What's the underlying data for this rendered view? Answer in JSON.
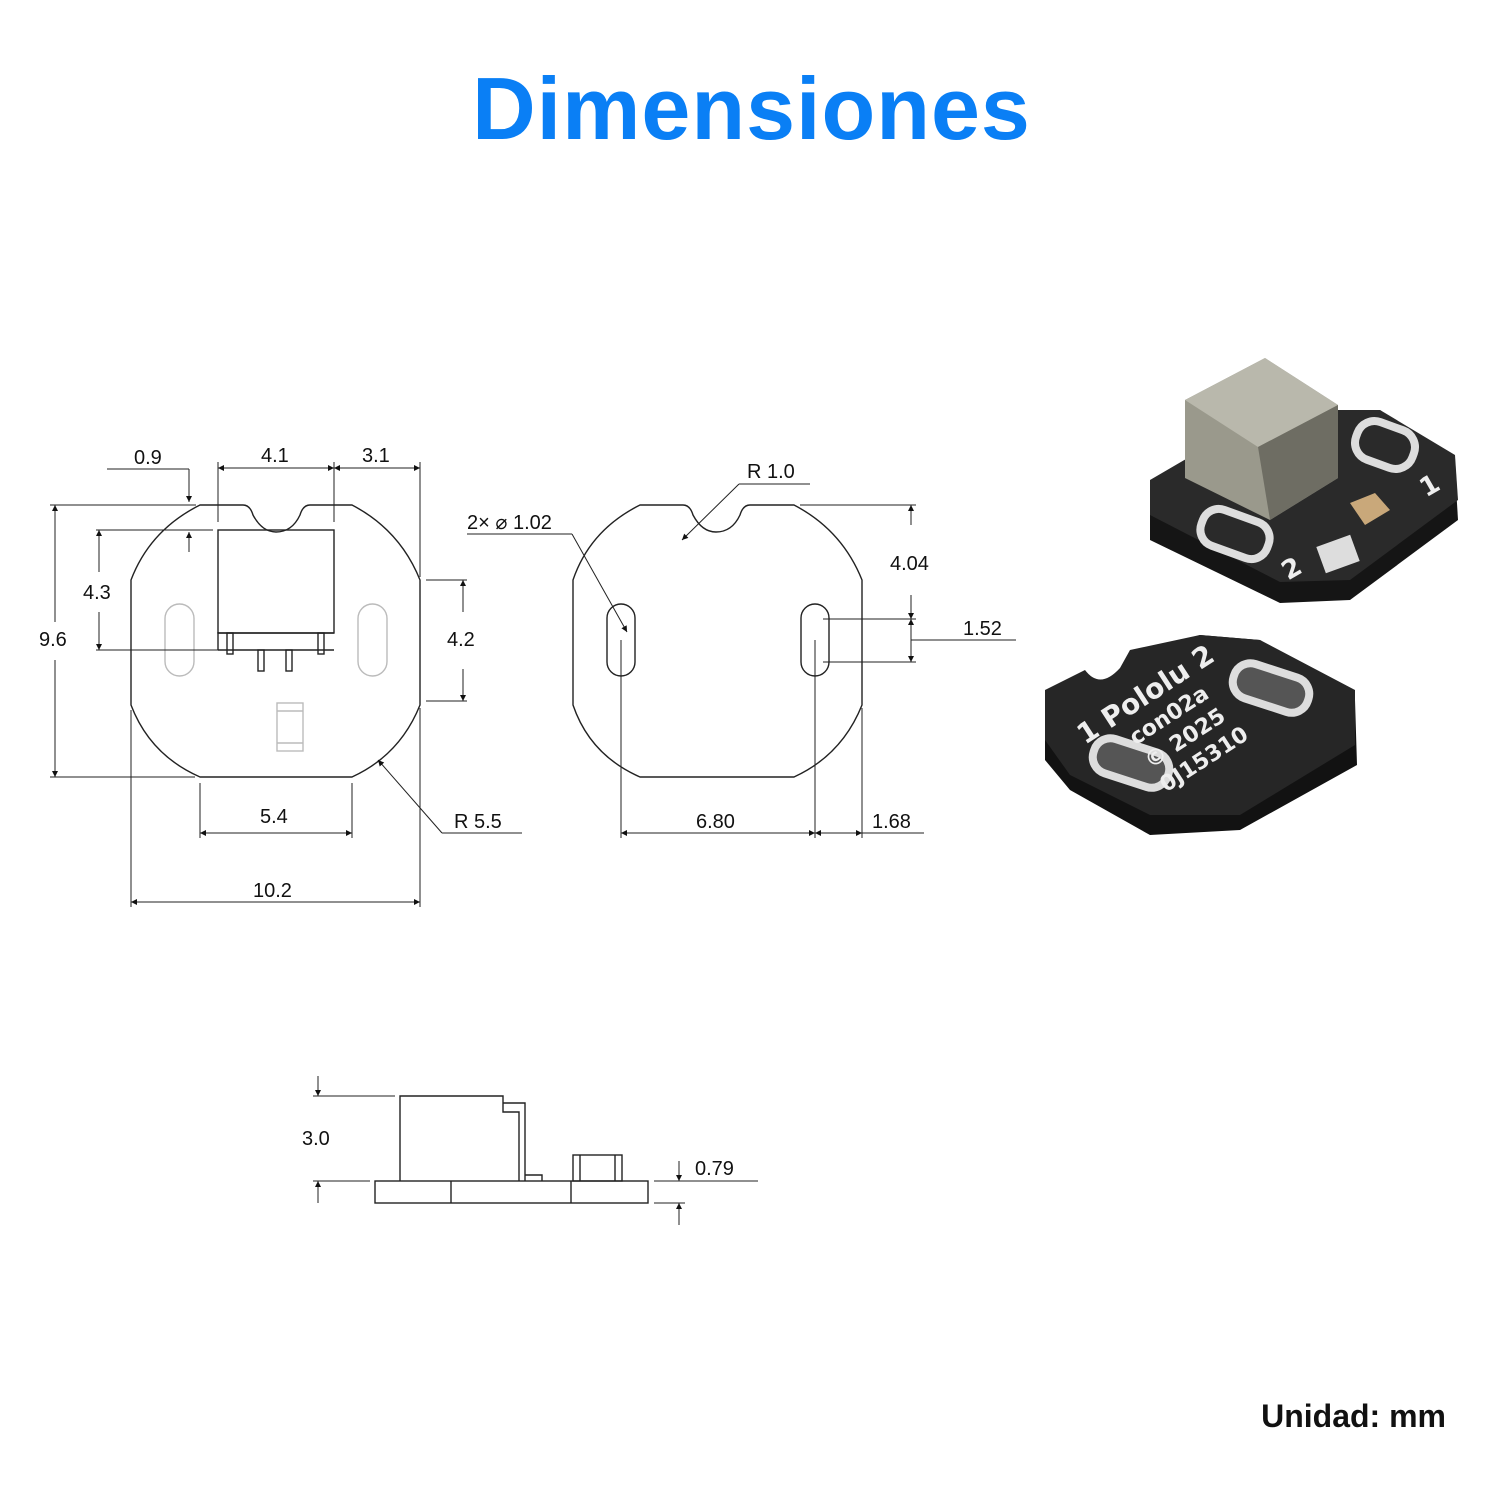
{
  "title": "Dimensiones",
  "unit_label": "Unidad: mm",
  "top_view_dims": {
    "d1": "0.9",
    "d2": "4.1",
    "d3": "3.1",
    "d4": "4.3",
    "d5": "9.6",
    "d6": "4.2",
    "d7": "5.4",
    "d8": "R 5.5",
    "d9": "10.2"
  },
  "bottom_view_dims": {
    "holes": "2× ⌀ 1.02",
    "notch": "R 1.0",
    "d1": "4.04",
    "d2": "1.52",
    "d3": "6.80",
    "d4": "1.68"
  },
  "side_view_dims": {
    "height": "3.0",
    "pcb": "0.79"
  },
  "render_top": {
    "pin1": "1",
    "pin2": "2"
  },
  "render_bottom": {
    "line1": "1 Pololu 2",
    "line2": "con02a",
    "line3": "© 2025",
    "line4": "0J15310"
  },
  "colors": {
    "title": "#0a7ff5",
    "pcb": "#1c1c1c",
    "silk": "#eeeeee"
  }
}
